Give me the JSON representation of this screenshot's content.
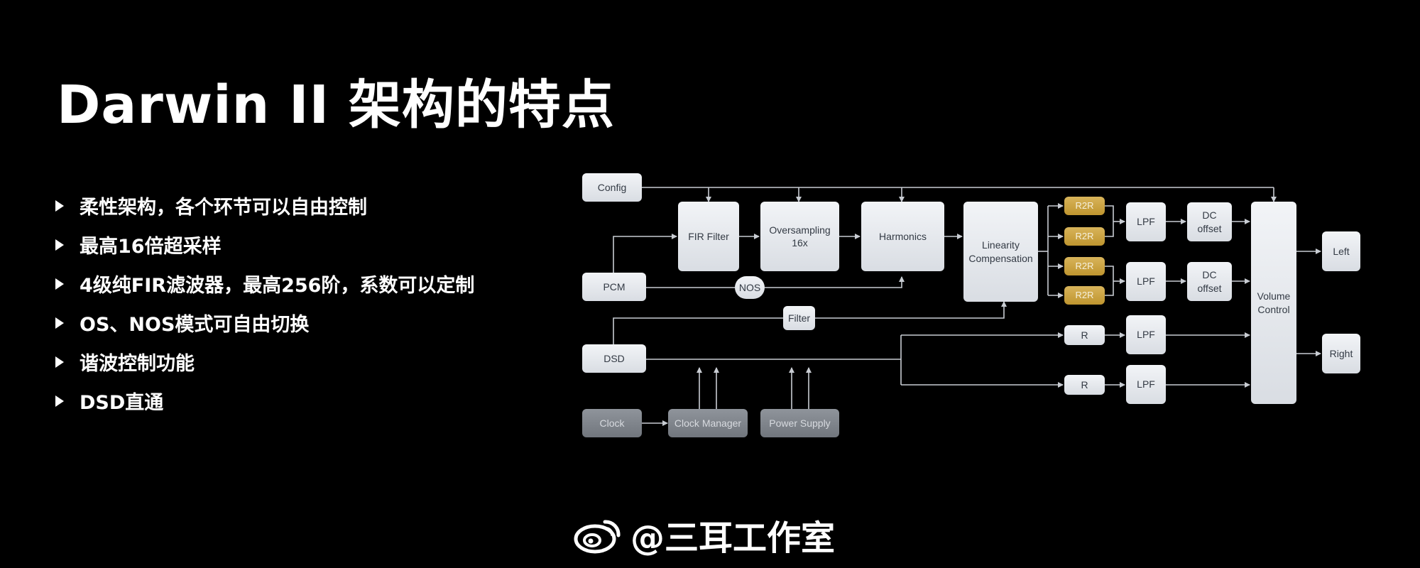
{
  "title": "Darwin II 架构的特点",
  "bullets": [
    "柔性架构，各个环节可以自由控制",
    "最高16倍超采样",
    "4级纯FIR滤波器，最高256阶，系数可以定制",
    "OS、NOS模式可自由切换",
    "谐波控制功能",
    "DSD直通"
  ],
  "diagram": {
    "config": "Config",
    "pcm": "PCM",
    "dsd": "DSD",
    "clock": "Clock",
    "clock_manager": "Clock Manager",
    "power_supply": "Power Supply",
    "fir_filter": "FIR Filter",
    "oversampling": "Oversampling\n16x",
    "harmonics": "Harmonics",
    "linearity_compensation": "Linearity\nCompensation",
    "nos": "NOS",
    "filter": "Filter",
    "r2r": "R2R",
    "r": "R",
    "lpf": "LPF",
    "dc_offset": "DC\noffset",
    "volume_control": "Volume\nControl",
    "left": "Left",
    "right": "Right"
  },
  "watermark": "@三耳工作室",
  "colors": {
    "background": "#000000",
    "box_light": "#e3e6ea",
    "box_gold": "#c9a13f",
    "box_gray": "#7f848a",
    "line": "#c8ccd2"
  }
}
